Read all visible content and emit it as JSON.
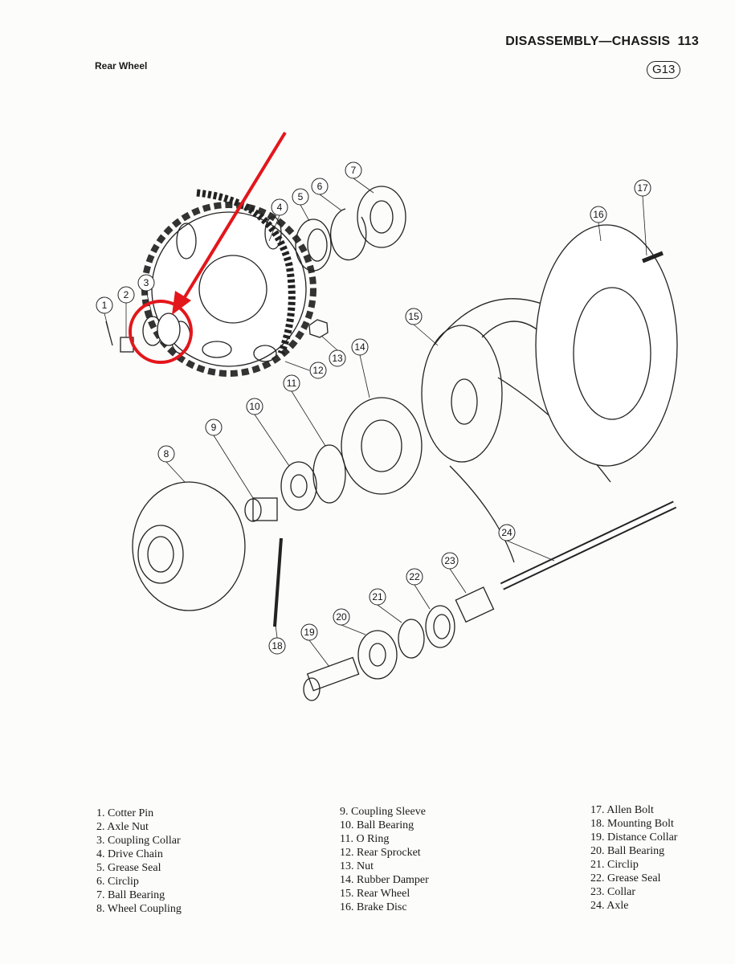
{
  "header": {
    "title": "DISASSEMBLY—CHASSIS",
    "page_number": "113",
    "section": "Rear Wheel",
    "figure_code": "G13"
  },
  "colors": {
    "annotation": "#e3161b",
    "ink": "#1a1a1a"
  },
  "diagram": {
    "callouts": [
      "1",
      "2",
      "3",
      "4",
      "5",
      "6",
      "7",
      "8",
      "9",
      "10",
      "11",
      "12",
      "13",
      "14",
      "15",
      "16",
      "17",
      "18",
      "19",
      "20",
      "21",
      "22",
      "23",
      "24"
    ],
    "annotation": "red-arrow-and-circle-highlighting-coupling-collar"
  },
  "legend": {
    "col1": [
      "1. Cotter Pin",
      "2. Axle Nut",
      "3. Coupling Collar",
      "4. Drive Chain",
      "5. Grease Seal",
      "6. Circlip",
      "7. Ball Bearing",
      "8. Wheel Coupling"
    ],
    "col2": [
      "9. Coupling Sleeve",
      "10. Ball Bearing",
      "11. O Ring",
      "12. Rear Sprocket",
      "13. Nut",
      "14. Rubber Damper",
      "15. Rear Wheel",
      "16. Brake Disc"
    ],
    "col3": [
      "17. Allen Bolt",
      "18. Mounting Bolt",
      "19. Distance Collar",
      "20. Ball Bearing",
      "21. Circlip",
      "22. Grease Seal",
      "23. Collar",
      "24. Axle"
    ]
  }
}
